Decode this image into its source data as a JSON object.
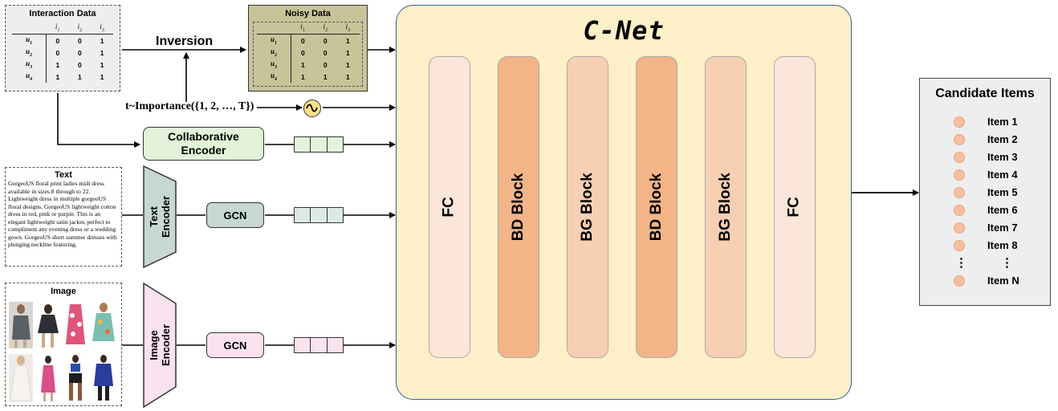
{
  "interaction": {
    "title": "Interaction Data",
    "cols": [
      "i1",
      "i2",
      "i3"
    ],
    "rows": [
      {
        "u": "u1",
        "v": [
          "0",
          "0",
          "1"
        ]
      },
      {
        "u": "u2",
        "v": [
          "0",
          "0",
          "1"
        ]
      },
      {
        "u": "u3",
        "v": [
          "1",
          "0",
          "1"
        ]
      },
      {
        "u": "u4",
        "v": [
          "1",
          "1",
          "1"
        ]
      }
    ]
  },
  "noisy": {
    "title": "Noisy Data",
    "cols": [
      "i1",
      "i2",
      "i3"
    ],
    "rows": [
      {
        "u": "u1",
        "v": [
          "0",
          "0",
          "1"
        ]
      },
      {
        "u": "u2",
        "v": [
          "0",
          "0",
          "1"
        ]
      },
      {
        "u": "u3",
        "v": [
          "1",
          "0",
          "1"
        ]
      },
      {
        "u": "u4",
        "v": [
          "1",
          "1",
          "1"
        ]
      }
    ]
  },
  "inversion_label": "Inversion",
  "timestep_label": "t~Importance({1, 2, …, T})",
  "collab_encoder": "Collaborative Encoder",
  "text_box": {
    "title": "Text",
    "body": "GorgeoUS floral print ladies midi dress available in sizes 8 through to 22. Lightweight dress in multiple gorgeoUS floral designs. GorgeoUS lightweight cotton dress in red, pink or purple. This is an elegant lightweight satin jacket, perfect to compliment any evening dress or a wedding gown. GorgeoUS short summer dresses with plunging neckline featuring."
  },
  "text_encoder": {
    "line1": "Text",
    "line2": "Encoder"
  },
  "image_box": {
    "title": "Image"
  },
  "image_encoder": {
    "line1": "Image",
    "line2": "Encoder"
  },
  "gcn_label": "GCN",
  "cnet": {
    "title": "C-Net",
    "blocks": [
      "FC",
      "BD Block",
      "BG Block",
      "BD Block",
      "BG Block",
      "FC"
    ]
  },
  "candidates": {
    "title": "Candidate Items",
    "items": [
      "Item 1",
      "Item 2",
      "Item 3",
      "Item 4",
      "Item 5",
      "Item 6",
      "Item 7",
      "Item 8"
    ],
    "ellipsis": "⋮",
    "last": "Item N"
  },
  "colors": {
    "cnet_bg": "#fdefc7",
    "fc": "#fbe6d9",
    "bd": "#f3b488",
    "bg": "#f7cfb3",
    "collab": "#e3f3d9",
    "text_enc": "#c6d8cf",
    "image_enc": "#fae2ee",
    "noisy_bg": "#c8c49a"
  }
}
